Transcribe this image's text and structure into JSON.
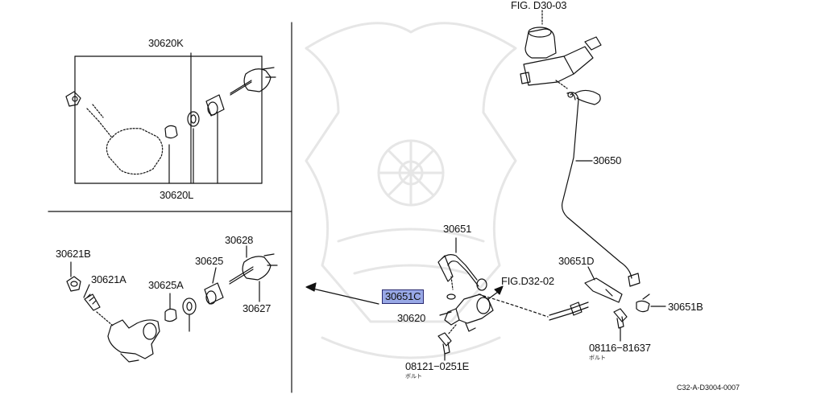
{
  "figure_refs": {
    "top": "FIG. D30-03",
    "arrow": "FIG.D32-02"
  },
  "parts": {
    "p30620K": "30620K",
    "p30620L": "30620L",
    "p30621B": "30621B",
    "p30621A": "30621A",
    "p30625": "30625",
    "p30625A": "30625A",
    "p30628": "30628",
    "p30627": "30627",
    "p30651": "30651",
    "p30651C": "30651C",
    "p30620": "30620",
    "p30650": "30650",
    "p30651D": "30651D",
    "p30651B": "30651B",
    "p08116": "08116−81637",
    "p08121": "08121−0251E"
  },
  "bolt_note_1": "ボルト",
  "bolt_note_2": "ボルト",
  "diagram_code": "C32-A-D3004-0007",
  "highlight_color": "#98a8e6"
}
